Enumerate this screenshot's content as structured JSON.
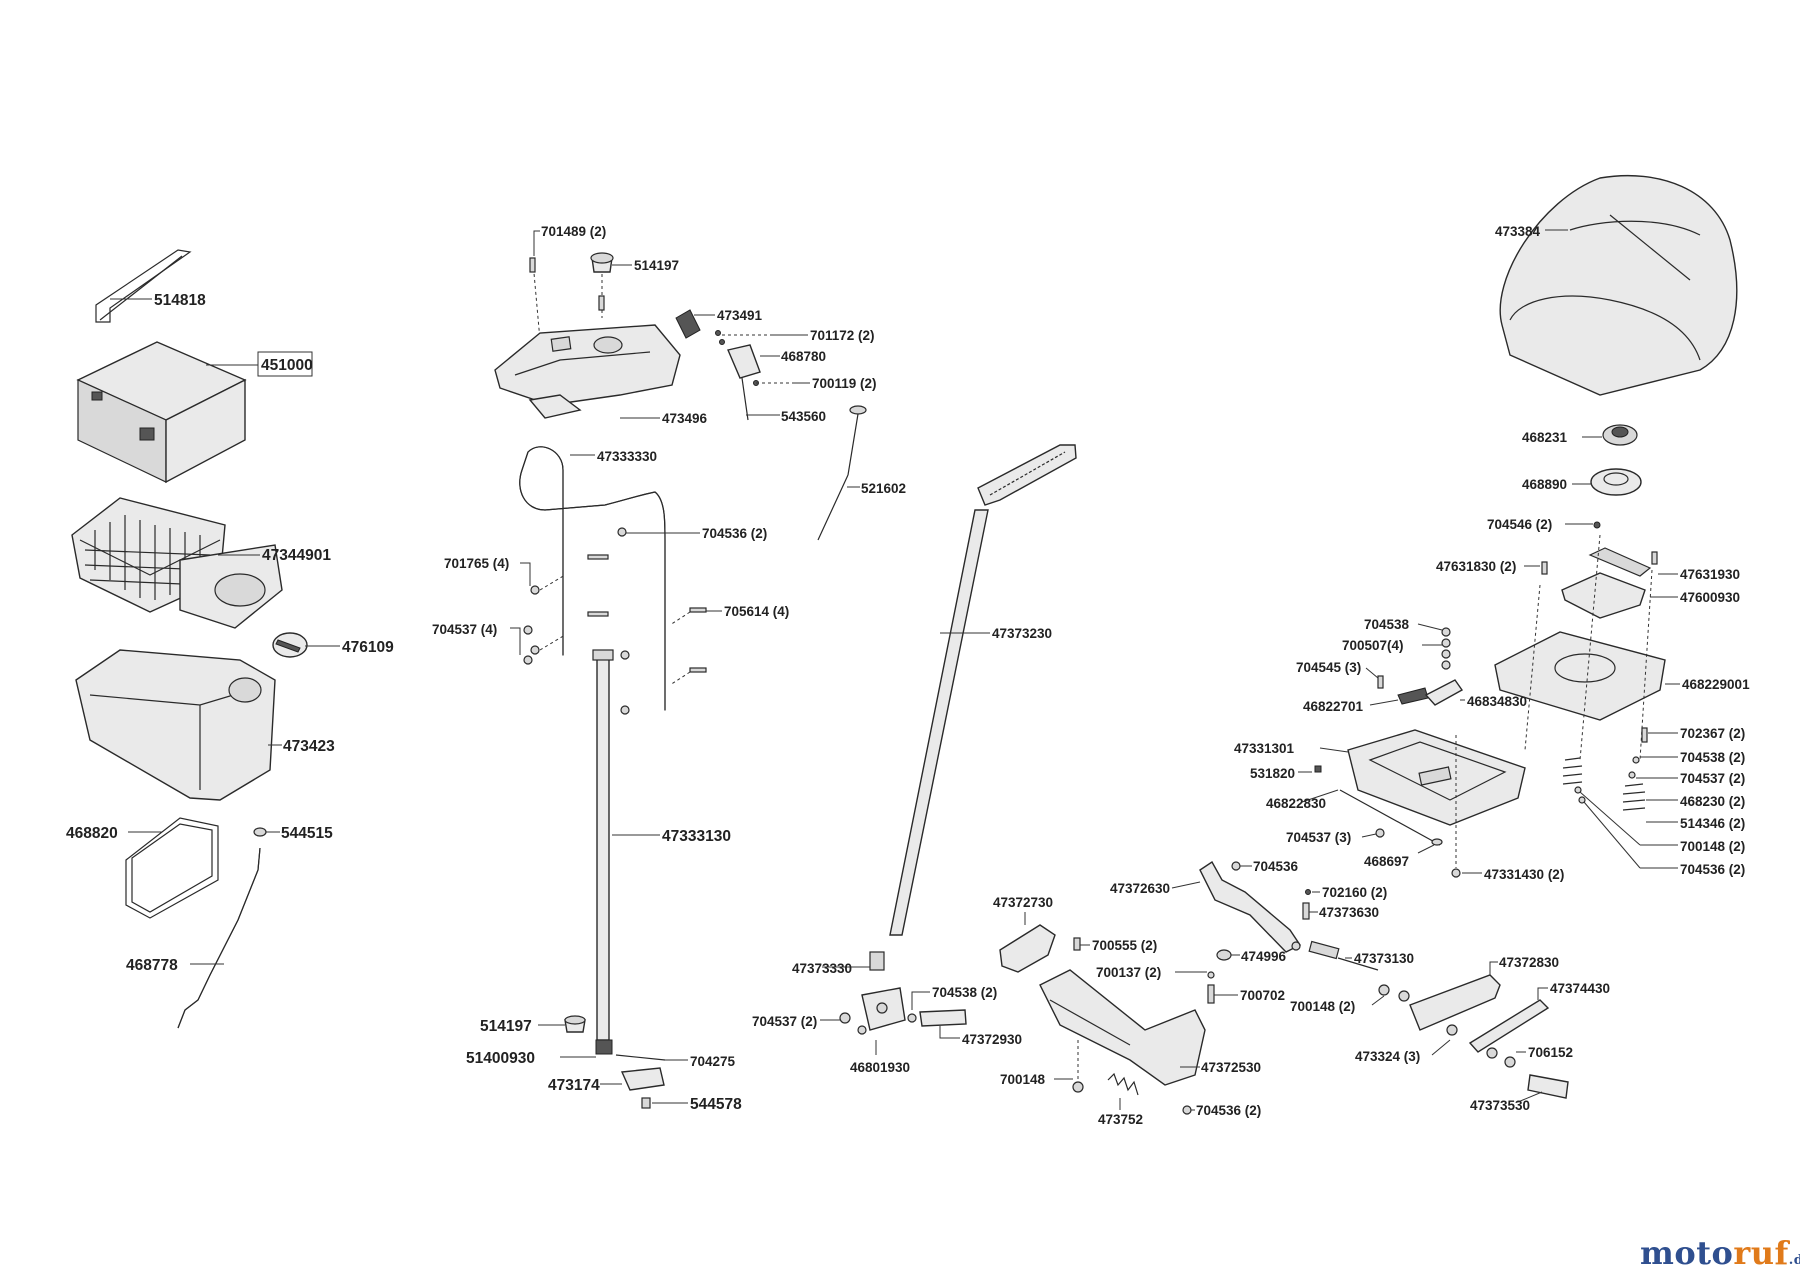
{
  "labels": {
    "l514818": "514818",
    "l451000": "451000",
    "l47344901": "47344901",
    "l476109": "476109",
    "l473423": "473423",
    "l468820": "468820",
    "l544515": "544515",
    "l468778": "468778",
    "l701489": "701489 (2)",
    "l514197a": "514197",
    "l473491": "473491",
    "l701172": "701172 (2)",
    "l468780": "468780",
    "l700119": "700119 (2)",
    "l473496": "473496",
    "l543560": "543560",
    "l47333330": "47333330",
    "l521602": "521602",
    "l704536a": "704536 (2)",
    "l701765": "701765 (4)",
    "l705614": "705614 (4)",
    "l704537a": "704537 (4)",
    "l47333130": "47333130",
    "l514197b": "514197",
    "l51400930": "51400930",
    "l704275": "704275",
    "l473174": "473174",
    "l544578": "544578",
    "l47373230": "47373230",
    "l47373330": "47373330",
    "l704538a": "704538 (2)",
    "l704537b": "704537 (2)",
    "l47372930": "47372930",
    "l46801930": "46801930",
    "l47372730": "47372730",
    "l700555": "700555 (2)",
    "l700137": "700137 (2)",
    "l700702": "700702",
    "l700148a": "700148",
    "l47372530": "47372530",
    "l704536b": "704536 (2)",
    "l473752": "473752",
    "l47372630": "47372630",
    "l704536c": "704536",
    "l702160": "702160 (2)",
    "l47373630": "47373630",
    "l474996": "474996",
    "l47373130": "47373130",
    "l47372830": "47372830",
    "l47374430": "47374430",
    "l700148b": "700148 (2)",
    "l473324": "473324 (3)",
    "l706152": "706152",
    "l47373530": "47373530",
    "l473384": "473384",
    "l468231": "468231",
    "l468890": "468890",
    "l704546": "704546 (2)",
    "l47631830": "47631830 (2)",
    "l47631930": "47631930",
    "l47600930": "47600930",
    "l704538b": "704538",
    "l700507": "700507(4)",
    "l704545": "704545 (3)",
    "l46822701": "46822701",
    "l46834830": "46834830",
    "l468229001": "468229001",
    "l47331301": "47331301",
    "l531820": "531820",
    "l46822830": "46822830",
    "l704537c": "704537 (3)",
    "l468697": "468697",
    "l47331430": "47331430 (2)",
    "l702367": "702367 (2)",
    "l704538c": "704538 (2)",
    "l704537d": "704537 (2)",
    "l468230": "468230 (2)",
    "l514346": "514346 (2)",
    "l700148c": "700148 (2)",
    "l704536d": "704536 (2)"
  },
  "brand": {
    "main": "moto",
    "accent": "ruf",
    "suffix": ".de"
  },
  "colors": {
    "line": "#333333",
    "brand_blue": "#2f4f8f",
    "brand_orange": "#e07a1a"
  }
}
